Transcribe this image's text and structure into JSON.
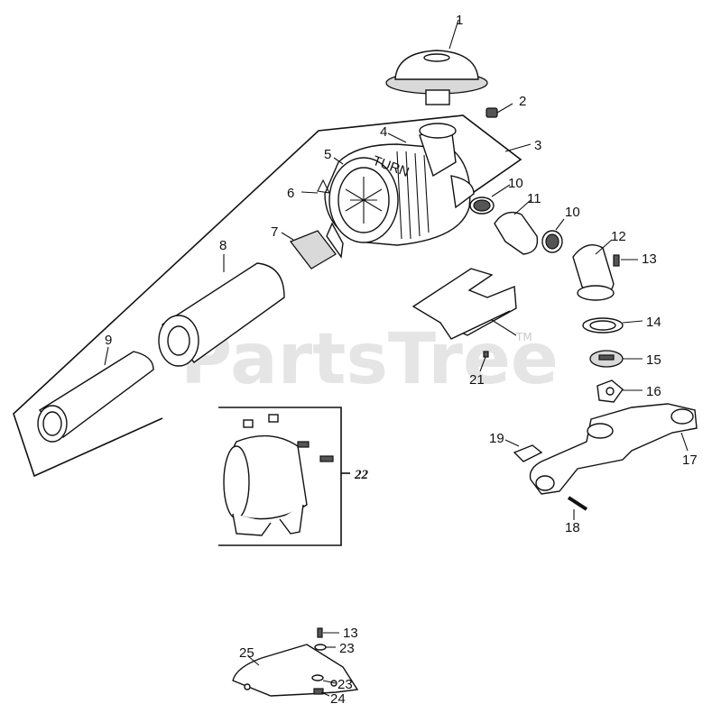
{
  "watermark": {
    "text": "PartsTree",
    "trademark": "TM"
  },
  "callouts": {
    "c1": "1",
    "c2": "2",
    "c3": "3",
    "c4": "4",
    "c5": "5",
    "c6": "6",
    "c7": "7",
    "c8": "8",
    "c9": "9",
    "c10a": "10",
    "c10b": "10",
    "c11": "11",
    "c12": "12",
    "c13a": "13",
    "c13b": "13",
    "c14": "14",
    "c15": "15",
    "c16": "16",
    "c17": "17",
    "c18": "18",
    "c19": "19",
    "c21": "21",
    "c22": "22",
    "c23a": "23",
    "c23b": "23",
    "c24": "24",
    "c25": "25"
  },
  "parts": {
    "cover_label": "TURN"
  },
  "colors": {
    "line": "#111111",
    "watermark": "#d0d0d0",
    "background": "#ffffff"
  }
}
